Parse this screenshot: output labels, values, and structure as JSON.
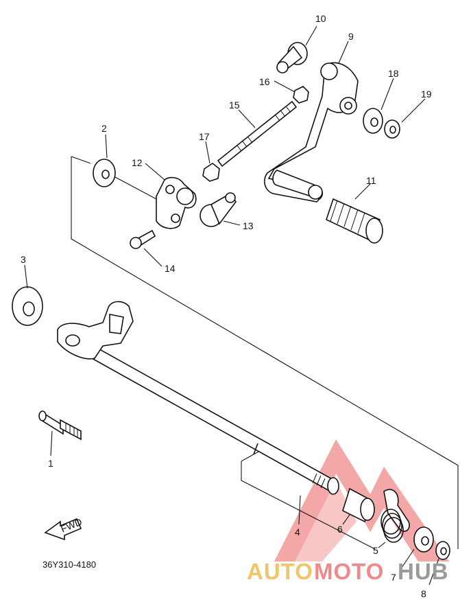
{
  "diagram": {
    "part_code": "36Y310-4180",
    "fwd_label": "FWD",
    "callouts": {
      "c1": "1",
      "c2": "2",
      "c3": "3",
      "c4": "4",
      "c5": "5",
      "c6": "6",
      "c7": "7",
      "c8": "8",
      "c9": "9",
      "c10": "10",
      "c11": "11",
      "c12": "12",
      "c13": "13",
      "c14": "14",
      "c15": "15",
      "c16": "16",
      "c17": "17",
      "c18": "18",
      "c19": "19"
    }
  },
  "watermark": {
    "part_a": "AUTO",
    "part_b": "MOTO",
    "part_c": "HUB",
    "colors": {
      "yellow": "#f2c46a",
      "red": "#ef8a8a",
      "gray": "#9a9a9a"
    }
  }
}
